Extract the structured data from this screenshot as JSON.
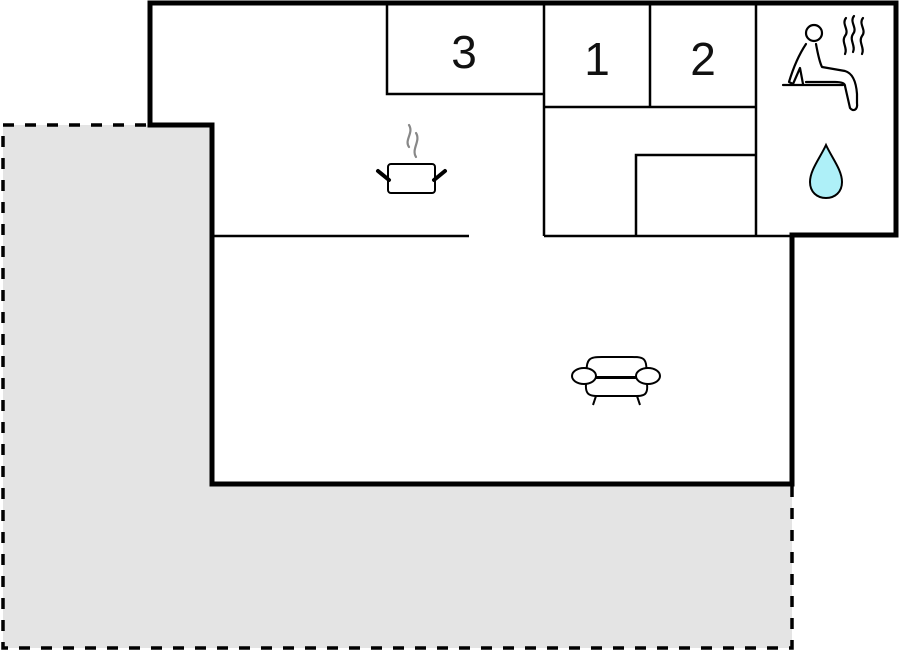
{
  "diagram": {
    "type": "floor-plan",
    "colors": {
      "wall": "#000000",
      "terrace_fill": "#e4e4e4",
      "background": "#ffffff",
      "water_drop": "#aef0f8",
      "steam": "#888888"
    },
    "rooms": [
      {
        "id": "bedroom-3",
        "label": "3"
      },
      {
        "id": "bedroom-1",
        "label": "1"
      },
      {
        "id": "bedroom-2",
        "label": "2"
      },
      {
        "id": "kitchen",
        "icon": "cooking-pot-icon"
      },
      {
        "id": "living-room",
        "icon": "sofa-icon"
      },
      {
        "id": "sauna",
        "icon": "sauna-icon"
      },
      {
        "id": "bathroom",
        "icon": "water-drop-icon"
      },
      {
        "id": "hallway"
      },
      {
        "id": "closet"
      },
      {
        "id": "terrace",
        "style": "dashed-outline-gray-fill"
      }
    ]
  }
}
